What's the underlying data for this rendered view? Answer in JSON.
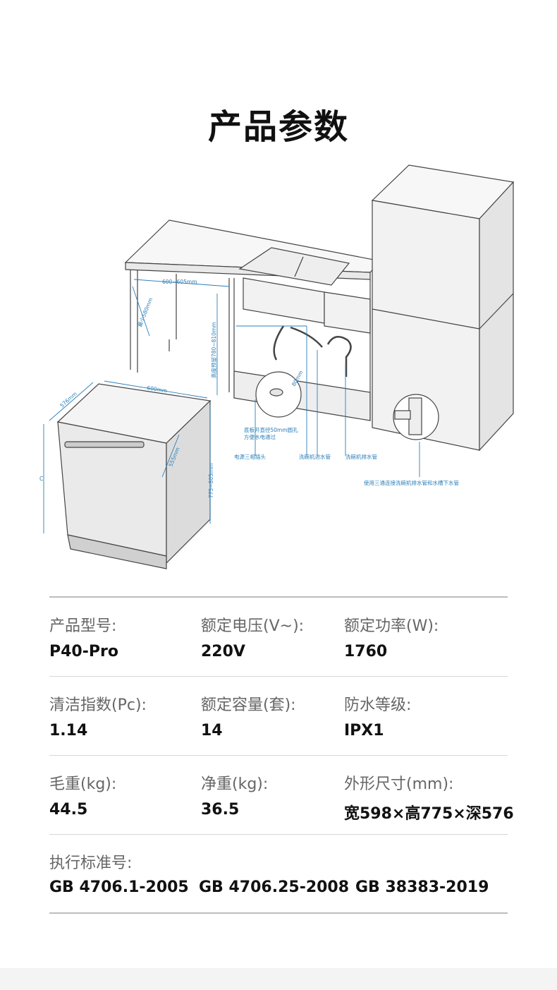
{
  "page": {
    "title": "产品参数"
  },
  "diagram": {
    "annotations": {
      "cabinet_width": "600~605mm",
      "cabinet_depth": "最小580mm",
      "cabinet_height": "高度预留780~810mm",
      "hole_size": "80mm",
      "hole_note_line1": "底板开直径50mm圆孔",
      "hole_note_line2": "方便水电通过",
      "power_plug": "电源三相插头",
      "inlet_pipe": "洗碗机进水管",
      "drain_pipe": "洗碗机排水管",
      "tee_note": "使用三通连接洗碗机排水管和水槽下水管",
      "machine_depth": "576mm",
      "machine_width": "600mm",
      "door_depth": "555mm",
      "machine_height": "775~805mm",
      "height_c": "C"
    },
    "colors": {
      "line": "#444444",
      "annotation": "#2a7fb8"
    }
  },
  "specs": {
    "rows": [
      [
        {
          "label": "产品型号:",
          "value": "P40-Pro"
        },
        {
          "label": "额定电压(V~):",
          "value": "220V"
        },
        {
          "label": "额定功率(W):",
          "value": "1760"
        }
      ],
      [
        {
          "label": "清洁指数(Pc):",
          "value": "1.14"
        },
        {
          "label": "额定容量(套):",
          "value": "14"
        },
        {
          "label": "防水等级:",
          "value": "IPX1"
        }
      ],
      [
        {
          "label": "毛重(kg):",
          "value": "44.5"
        },
        {
          "label": "净重(kg):",
          "value": "36.5"
        },
        {
          "label": "外形尺寸(mm):",
          "value": "宽598×高775×深576"
        }
      ]
    ],
    "standards": {
      "label": "执行标准号:",
      "values": [
        "GB 4706.1-2005",
        "GB 4706.25-2008",
        "GB 38383-2019"
      ]
    }
  }
}
